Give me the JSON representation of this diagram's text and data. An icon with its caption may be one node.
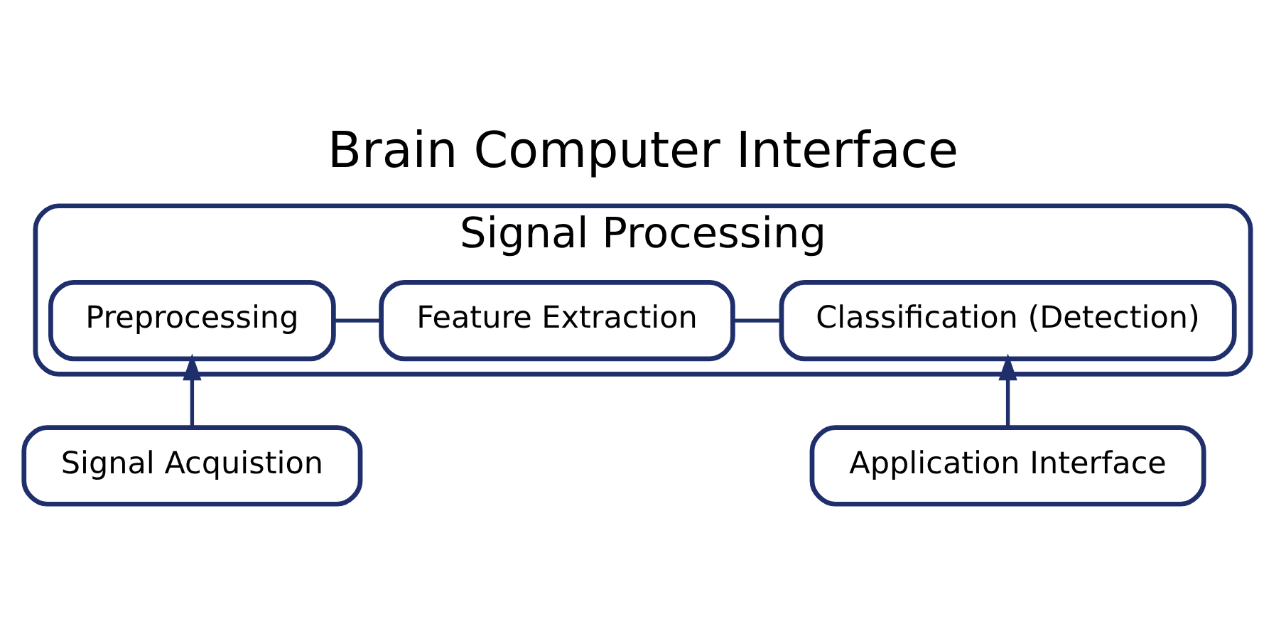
{
  "diagram": {
    "title": "Brain Computer Interface",
    "nodes": [
      {
        "text": [
          "Signal Processing"
        ]
      },
      {
        "text": [
          "Preprocessing"
        ],
        "in": 0
      },
      {
        "text": [
          "Feature Extraction"
        ],
        "in": 0
      },
      {
        "text": [
          "Classification (Detection)"
        ],
        "in": 0
      },
      {
        "text": [
          "Signal Acquistion"
        ]
      },
      {
        "text": [
          "Application Interface"
        ]
      }
    ],
    "edges": [
      {
        "from": 1,
        "to": 2,
        "arrow": "none"
      },
      {
        "from": 2,
        "to": 3,
        "arrow": "none"
      },
      {
        "from": 4,
        "to": 1,
        "arrow": "to"
      },
      {
        "from": 5,
        "to": 3,
        "arrow": "to"
      }
    ]
  }
}
